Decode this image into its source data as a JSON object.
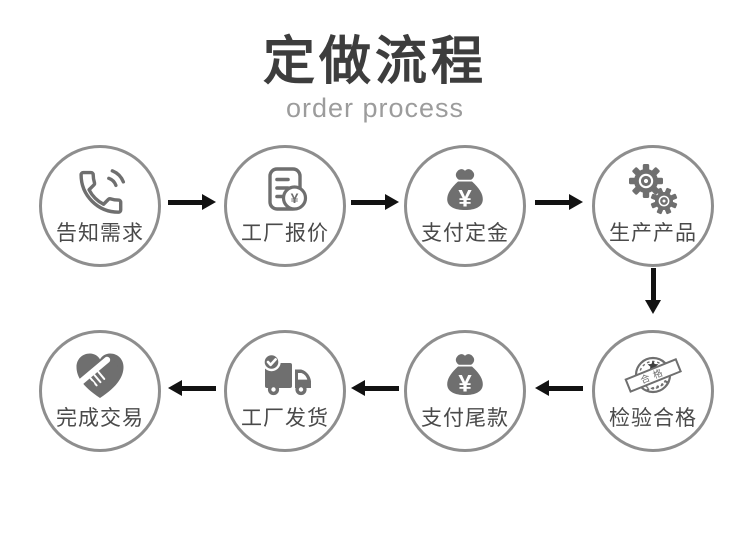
{
  "header": {
    "title": "定做流程",
    "subtitle": "order process"
  },
  "flow": {
    "currency_symbol": "¥",
    "stamp_banner_text": "合格",
    "steps": [
      {
        "label": "告知需求",
        "icon": "phone-icon"
      },
      {
        "label": "工厂报价",
        "icon": "quote-document-icon"
      },
      {
        "label": "支付定金",
        "icon": "money-bag-icon"
      },
      {
        "label": "生产产品",
        "icon": "gears-icon"
      },
      {
        "label": "检验合格",
        "icon": "qualified-stamp-icon"
      },
      {
        "label": "支付尾款",
        "icon": "money-bag-icon"
      },
      {
        "label": "工厂发货",
        "icon": "delivery-truck-icon"
      },
      {
        "label": "完成交易",
        "icon": "handshake-heart-icon"
      }
    ]
  },
  "colors": {
    "title": "#3d3d3d",
    "subtitle": "#9c9c9c",
    "circle_border": "#8e8e8e",
    "icon_gray": "#6f6f6f",
    "label": "#4a4a4a",
    "arrow": "#121212"
  }
}
